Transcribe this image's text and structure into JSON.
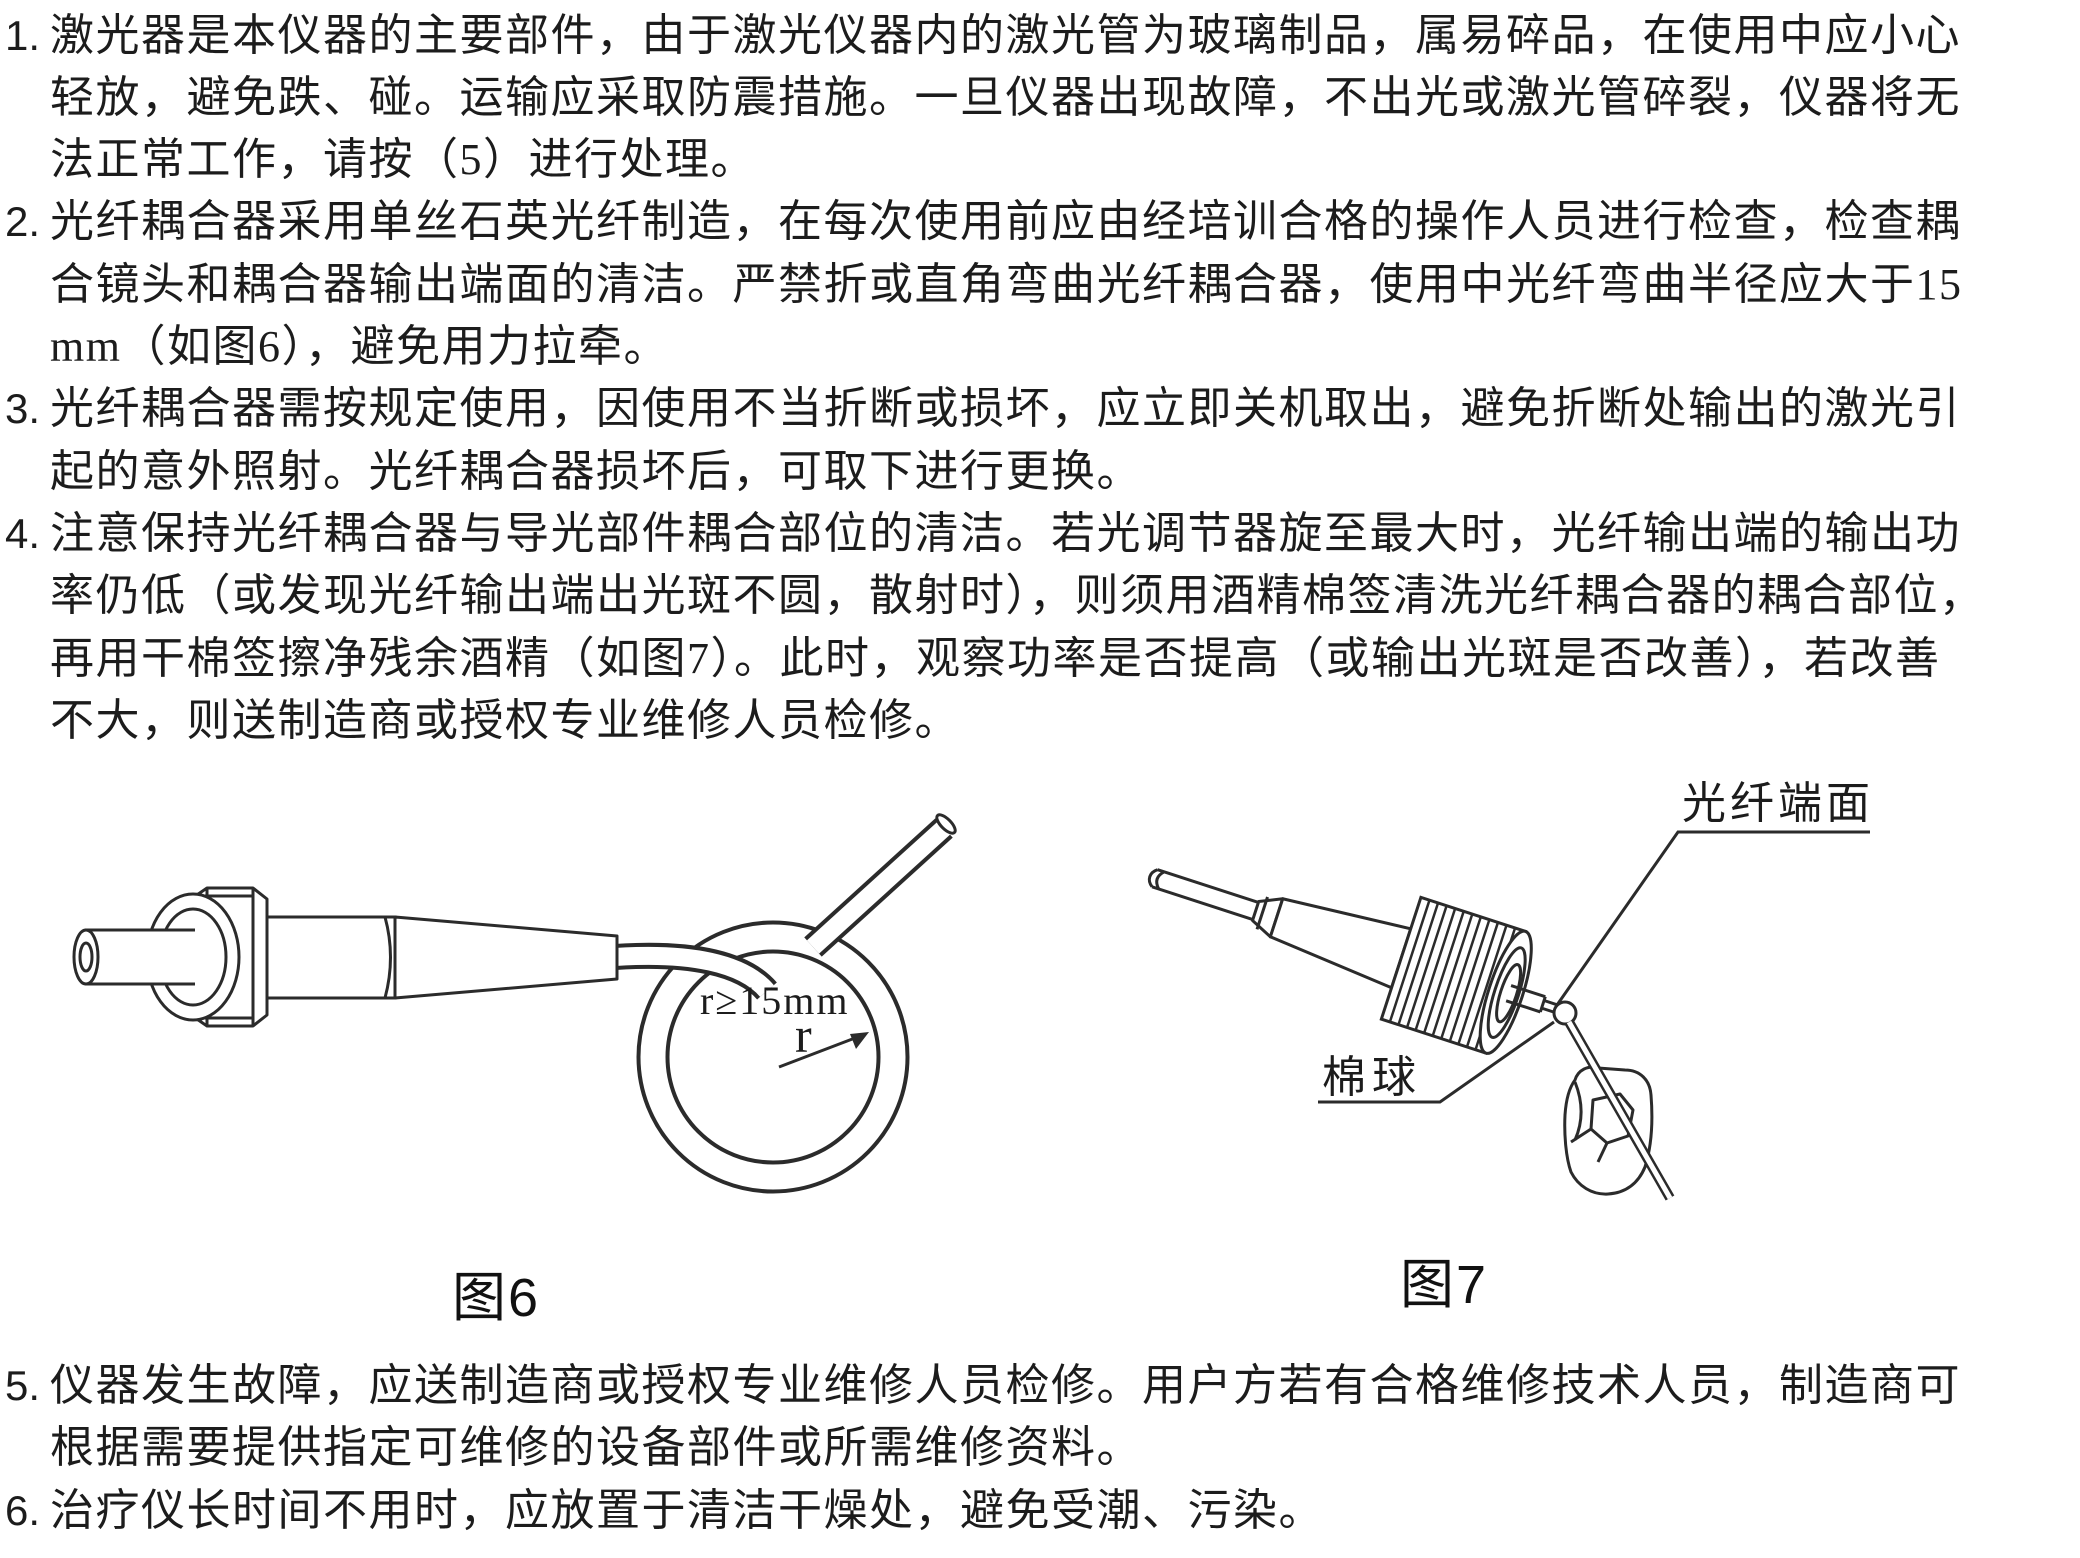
{
  "page": {
    "background": "#ffffff",
    "text_color": "#1c1c1c",
    "line_color": "#2b2b2b"
  },
  "items": [
    {
      "num": "1.",
      "lines": [
        "激光器是本仪器的主要部件，由于激光仪器内的激光管为玻璃制品，属易碎品，在使用中应小心",
        "轻放，避免跌、碰。运输应采取防震措施。一旦仪器出现故障，不出光或激光管碎裂，仪器将无",
        "法正常工作，请按（5）进行处理。"
      ]
    },
    {
      "num": "2.",
      "lines": [
        "光纤耦合器采用单丝石英光纤制造，在每次使用前应由经培训合格的操作人员进行检查，检查耦",
        "合镜头和耦合器输出端面的清洁。严禁折或直角弯曲光纤耦合器，使用中光纤弯曲半径应大于15",
        "mm（如图6），避免用力拉牵。"
      ]
    },
    {
      "num": "3.",
      "lines": [
        "光纤耦合器需按规定使用，因使用不当折断或损坏，应立即关机取出，避免折断处输出的激光引",
        "起的意外照射。光纤耦合器损坏后，可取下进行更换。"
      ]
    },
    {
      "num": "4.",
      "lines": [
        "注意保持光纤耦合器与导光部件耦合部位的清洁。若光调节器旋至最大时，光纤输出端的输出功",
        "率仍低（或发现光纤输出端出光斑不圆，散射时），则须用酒精棉签清洗光纤耦合器的耦合部位，",
        "再用干棉签擦净残余酒精（如图7）。此时，观察功率是否提高（或输出光斑是否改善），若改善",
        "不大，则送制造商或授权专业维修人员检修。"
      ]
    },
    {
      "num": "5.",
      "lines": [
        "仪器发生故障，应送制造商或授权专业维修人员检修。用户方若有合格维修技术人员，制造商可",
        "根据需要提供指定可维修的设备部件或所需维修资料。"
      ]
    },
    {
      "num": "6.",
      "lines": [
        "治疗仪长时间不用时，应放置于清洁干燥处，避免受潮、污染。"
      ]
    }
  ],
  "figure6": {
    "caption_prefix": "图",
    "caption_number": "6",
    "radius_note": "r≥15mm",
    "radius_symbol": "r"
  },
  "figure7": {
    "caption_prefix": "图",
    "caption_number": "7",
    "label_fiber_end": "光纤端面",
    "label_cotton_ball": "棉球"
  }
}
